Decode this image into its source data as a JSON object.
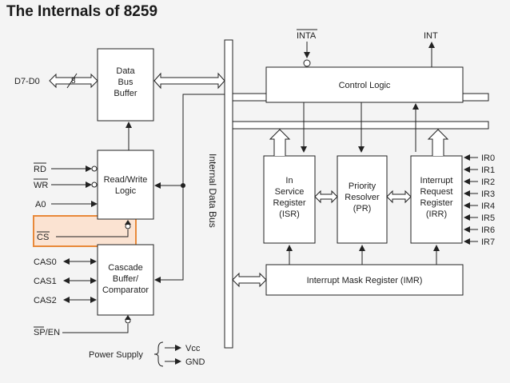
{
  "title": "The Internals of 8259",
  "blocks": {
    "data_bus_buffer": [
      "Data",
      "Bus",
      "Buffer"
    ],
    "read_write_logic": [
      "Read/Write",
      "Logic"
    ],
    "cascade": [
      "Cascade",
      "Buffer/",
      "Comparator"
    ],
    "control_logic": "Control Logic",
    "isr": [
      "In",
      "Service",
      "Register",
      "(ISR)"
    ],
    "pr": [
      "Priority",
      "Resolver",
      "(PR)"
    ],
    "irr": [
      "Interrupt",
      "Request",
      "Register",
      "(IRR)"
    ],
    "imr": "Interrupt Mask Register (IMR)"
  },
  "bus_label": "Internal Data Bus",
  "signals": {
    "d_bus": "D7-D0",
    "bus_width": "8",
    "rd": "RD",
    "wr": "WR",
    "a0": "A0",
    "cs": "CS",
    "cas0": "CAS0",
    "cas1": "CAS1",
    "cas2": "CAS2",
    "sp_en": "SP/EN",
    "inta": "INTA",
    "int": "INT",
    "ir": [
      "IR0",
      "IR1",
      "IR2",
      "IR3",
      "IR4",
      "IR5",
      "IR6",
      "IR7"
    ]
  },
  "power": {
    "label": "Power Supply",
    "vcc": "Vcc",
    "gnd": "GND"
  },
  "colors": {
    "highlight_fill": "#fbe3d2",
    "highlight_stroke": "#e8893a"
  }
}
